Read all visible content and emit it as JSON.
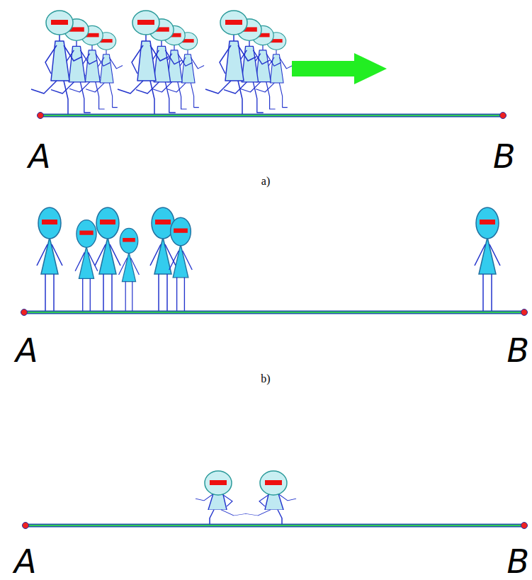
{
  "diagram": {
    "labels": [
      "A",
      "B",
      "a)",
      "A",
      "B",
      "b)",
      "A",
      "B"
    ]
  }
}
